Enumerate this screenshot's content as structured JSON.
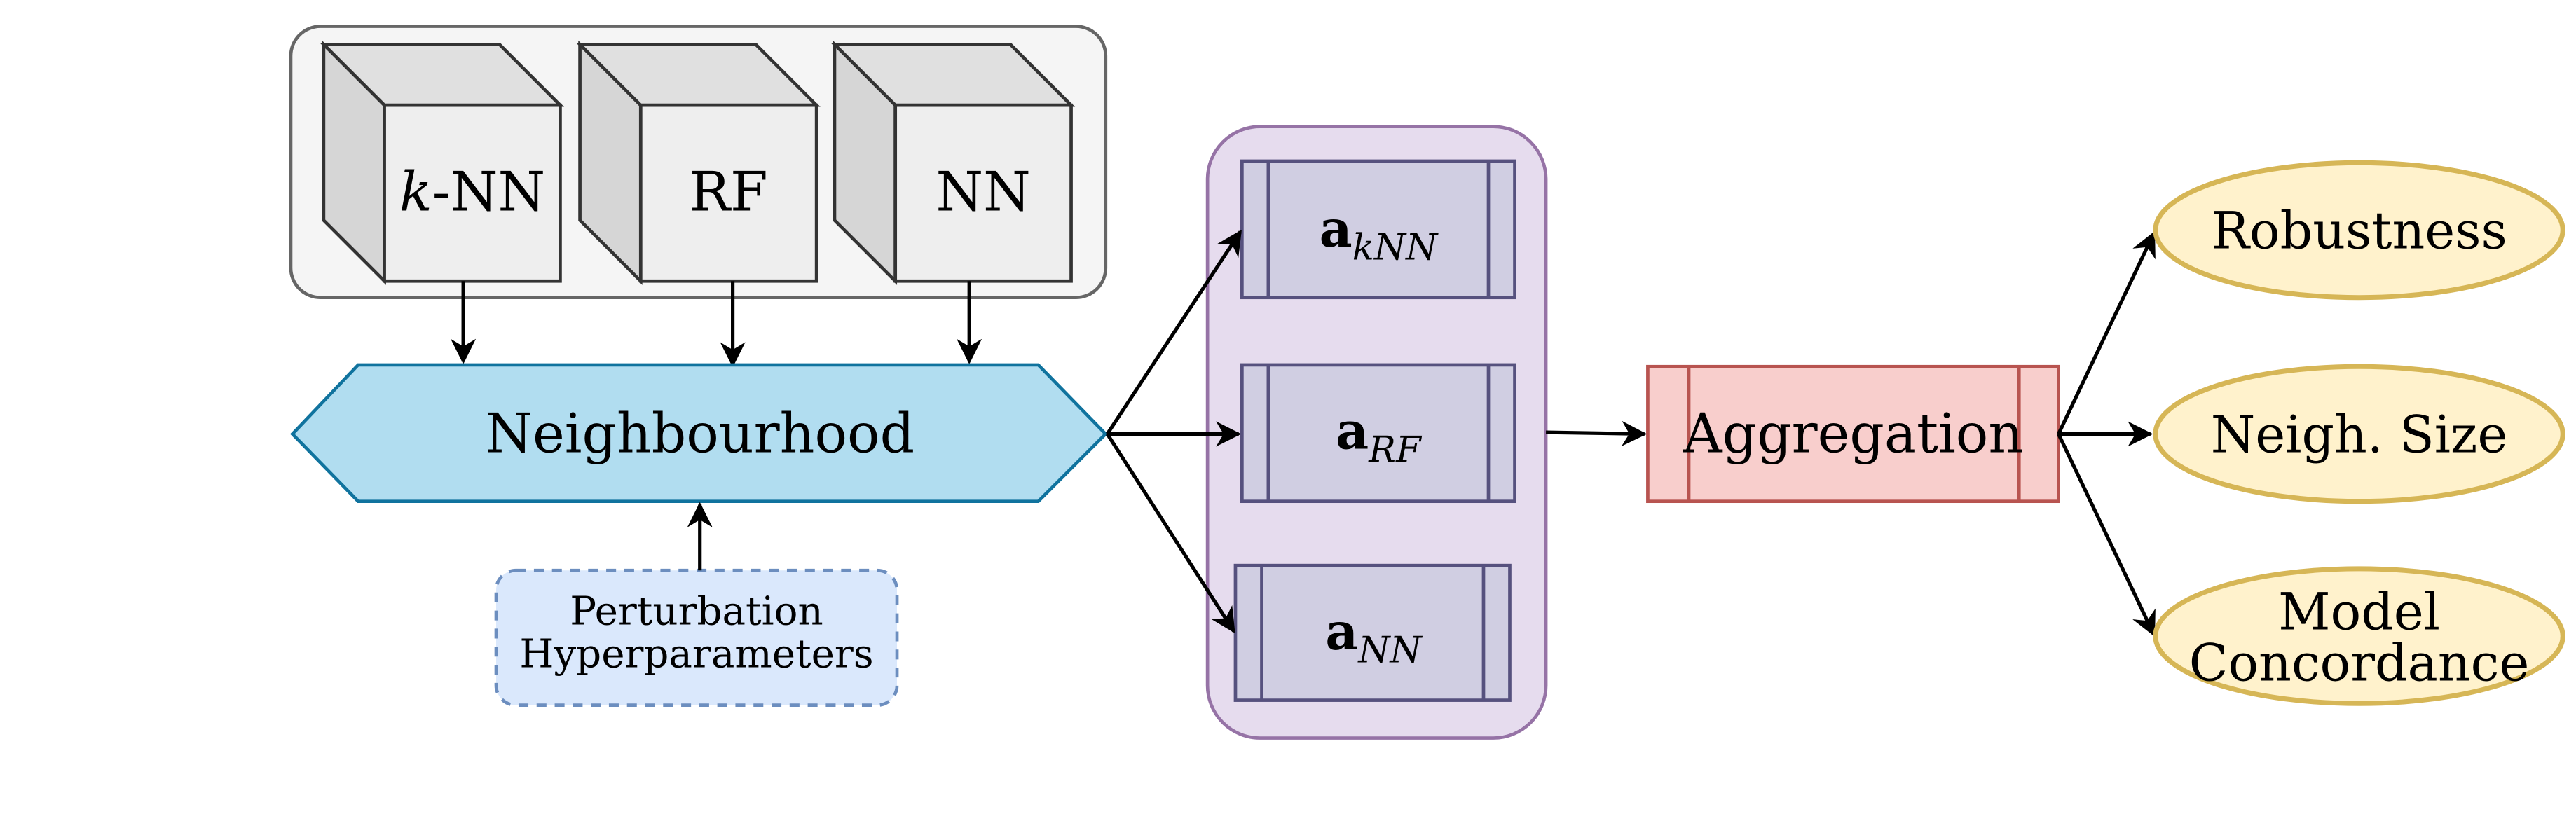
{
  "diagram": {
    "models_group": {
      "models": [
        {
          "label_italic": "k",
          "label_rest": "-NN"
        },
        {
          "label_italic": "",
          "label_rest": "RF"
        },
        {
          "label_italic": "",
          "label_rest": "NN"
        }
      ]
    },
    "neighbourhood": {
      "label": "Neighbourhood"
    },
    "perturbation": {
      "line1": "Perturbation",
      "line2": "Hyperparameters"
    },
    "attributions": {
      "items": [
        {
          "base": "a",
          "subscript": "kNN"
        },
        {
          "base": "a",
          "subscript": "RF"
        },
        {
          "base": "a",
          "subscript": "NN"
        }
      ]
    },
    "aggregation": {
      "label": "Aggregation"
    },
    "metrics": [
      {
        "line1": "Robustness",
        "line2": ""
      },
      {
        "line1": "Neigh. Size",
        "line2": ""
      },
      {
        "line1": "Model",
        "line2": "Concordance"
      }
    ],
    "colors": {
      "models_group_fill": "#f5f5f5",
      "models_group_stroke": "#666666",
      "cube_front": "#eeeeee",
      "cube_top": "#e0e0e0",
      "cube_side": "#d6d6d6",
      "cube_stroke": "#333333",
      "neighbourhood_fill": "#b1ddf0",
      "neighbourhood_stroke": "#10739e",
      "perturbation_fill": "#dae8fc",
      "perturbation_stroke": "#6c8ebf",
      "attr_group_fill": "#e6dcee",
      "attr_group_stroke": "#9673a6",
      "attr_fill": "#d0cee2",
      "attr_stroke": "#56517e",
      "aggregation_fill": "#f8cecc",
      "aggregation_stroke": "#b85450",
      "metric_fill": "#fff2cc",
      "metric_stroke": "#d6b656"
    }
  }
}
